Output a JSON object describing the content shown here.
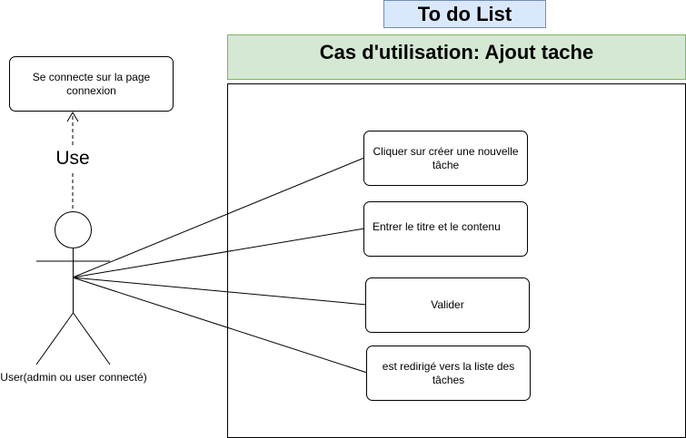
{
  "title": "To do List",
  "use_case_title": "Cas d'utilisation: Ajout tache",
  "actor": {
    "label": "User(admin ou user connecté)"
  },
  "include_relation": {
    "label": "Use",
    "target": "Se connecte sur la page connexion"
  },
  "use_cases": [
    "Cliquer sur créer une nouvelle tâche",
    "Entrer le titre et le contenu",
    "Valider",
    "est redirigé vers la liste des tâches"
  ],
  "colors": {
    "title_fill": "#dae8fc",
    "title_border": "#6c8ebf",
    "subtitle_fill": "#d5e8d4",
    "subtitle_border": "#82b366"
  }
}
